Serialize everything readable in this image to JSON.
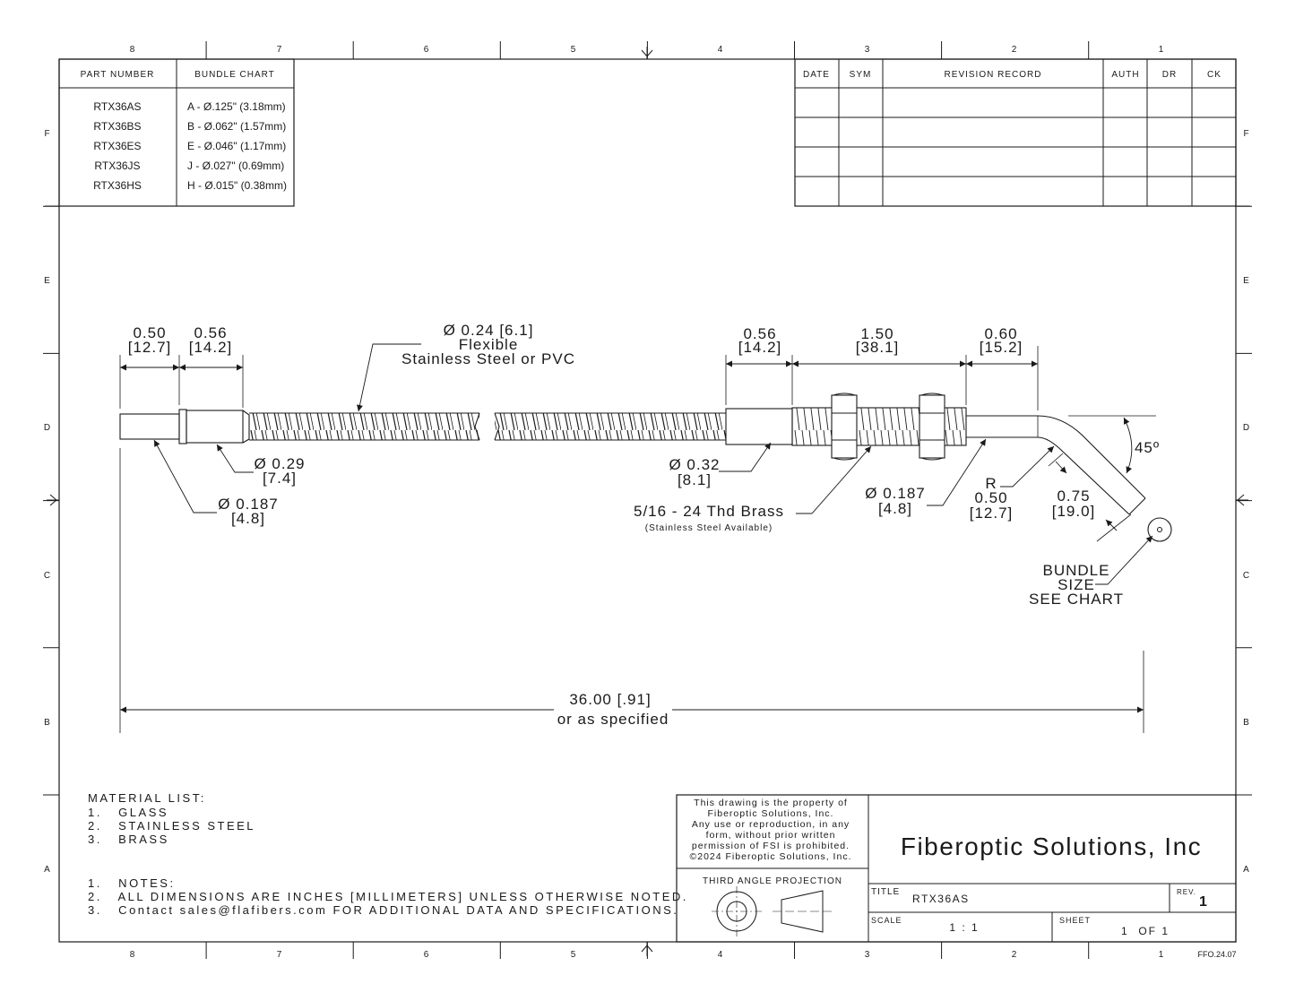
{
  "zones": {
    "columns": [
      "8",
      "7",
      "6",
      "5",
      "4",
      "3",
      "2",
      "1"
    ],
    "rows": [
      "F",
      "E",
      "D",
      "C",
      "B",
      "A"
    ]
  },
  "bundle_table": {
    "headers": [
      "PART NUMBER",
      "BUNDLE CHART"
    ],
    "rows": [
      {
        "part": "RTX36AS",
        "bundle": "A - Ø.125\" (3.18mm)"
      },
      {
        "part": "RTX36BS",
        "bundle": "B - Ø.062\" (1.57mm)"
      },
      {
        "part": "RTX36ES",
        "bundle": "E - Ø.046\" (1.17mm)"
      },
      {
        "part": "RTX36JS",
        "bundle": "J  - Ø.027\" (0.69mm)"
      },
      {
        "part": "RTX36HS",
        "bundle": "H - Ø.015\" (0.38mm)"
      }
    ]
  },
  "revision_table": {
    "headers": [
      "DATE",
      "SYM",
      "REVISION RECORD",
      "AUTH",
      "DR",
      "CK"
    ]
  },
  "dims": {
    "d1_in": "0.50",
    "d1_mm": "[12.7]",
    "d2_in": "0.56",
    "d2_mm": "[14.2]",
    "hose_1": "Ø 0.24 [6.1]",
    "hose_2": "Flexible",
    "hose_3": "Stainless Steel or PVC",
    "d3_in": "0.56",
    "d3_mm": "[14.2]",
    "d4_in": "1.50",
    "d4_mm": "[38.1]",
    "d5_in": "0.60",
    "d5_mm": "[15.2]",
    "dia029_in": "Ø 0.29",
    "dia029_mm": "[7.4]",
    "dia0187a_in": "Ø 0.187",
    "dia0187a_mm": "[4.8]",
    "dia032_in": "Ø 0.32",
    "dia032_mm": "[8.1]",
    "thread": "5/16 - 24 Thd Brass",
    "thread_sub": "(Stainless Steel Available)",
    "dia0187b_in": "Ø 0.187",
    "dia0187b_mm": "[4.8]",
    "r_label": "R",
    "r_in": "0.50",
    "r_mm": "[12.7]",
    "bend_in": "0.75",
    "bend_mm": "[19.0]",
    "angle": "45º",
    "bundle_1": "BUNDLE",
    "bundle_2": "SIZE",
    "bundle_3": "SEE CHART",
    "overall_1": "36.00 [.91]",
    "overall_2": "or as specified"
  },
  "materials": {
    "title": "MATERIAL LIST:",
    "items": [
      "1.   GLASS",
      "2.   STAINLESS STEEL",
      "3.   BRASS"
    ]
  },
  "notes": {
    "items": [
      "1.   NOTES:",
      "2.   ALL DIMENSIONS ARE INCHES [MILLIMETERS] UNLESS OTHERWISE NOTED.",
      "3.   Contact sales@flafibers.com FOR ADDITIONAL DATA AND SPECIFICATIONS."
    ]
  },
  "title_block": {
    "property_lines": [
      "This drawing is the property of",
      "Fiberoptic Solutions, Inc.",
      "Any use or reproduction, in any",
      "form, without prior written",
      "permission of FSI is prohibited.",
      "©2024 Fiberoptic Solutions, Inc."
    ],
    "projection": "THIRD ANGLE PROJECTION",
    "company": "Fiberoptic Solutions, Inc",
    "title_label": "TITLE",
    "title_value": "RTX36AS",
    "rev_label": "REV.",
    "rev_value": "1",
    "scale_label": "SCALE",
    "scale_value": "1 : 1",
    "sheet_label": "SHEET",
    "sheet_value": "1  OF 1",
    "doc_code": "FFO.24.07"
  }
}
